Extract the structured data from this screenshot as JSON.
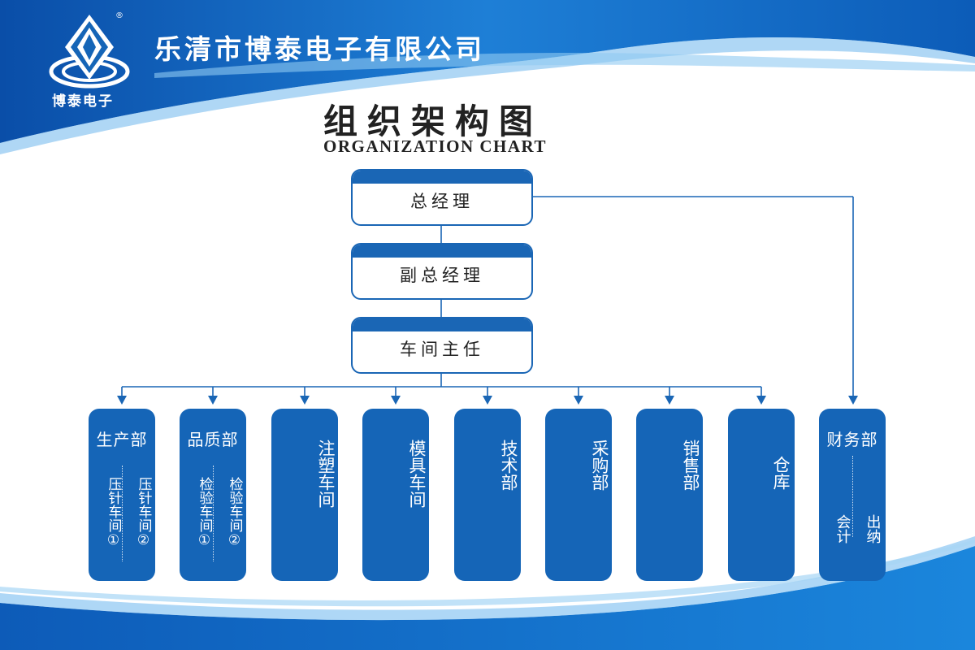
{
  "header": {
    "company_name": "乐清市博泰电子有限公司",
    "logo_text": "博泰电子",
    "registered_mark": "®"
  },
  "title": {
    "cn": "组织架构图",
    "en": "ORGANIZATION CHART"
  },
  "colors": {
    "brand_blue": "#1565b7",
    "line_blue": "#1a66b5"
  },
  "management": [
    {
      "label": "总经理"
    },
    {
      "label": "副总经理"
    },
    {
      "label": "车间主任"
    }
  ],
  "departments": [
    {
      "name": "生产部",
      "subs": [
        "压针车间①",
        "压针车间②"
      ]
    },
    {
      "name": "品质部",
      "subs": [
        "检验车间①",
        "检验车间②"
      ]
    },
    {
      "name": "注塑车间",
      "subs": []
    },
    {
      "name": "模具车间",
      "subs": []
    },
    {
      "name": "技术部",
      "subs": []
    },
    {
      "name": "采购部",
      "subs": []
    },
    {
      "name": "销售部",
      "subs": []
    },
    {
      "name": "仓库",
      "subs": []
    }
  ],
  "finance": {
    "name": "财务部",
    "subs": [
      "会计",
      "出纳"
    ]
  }
}
